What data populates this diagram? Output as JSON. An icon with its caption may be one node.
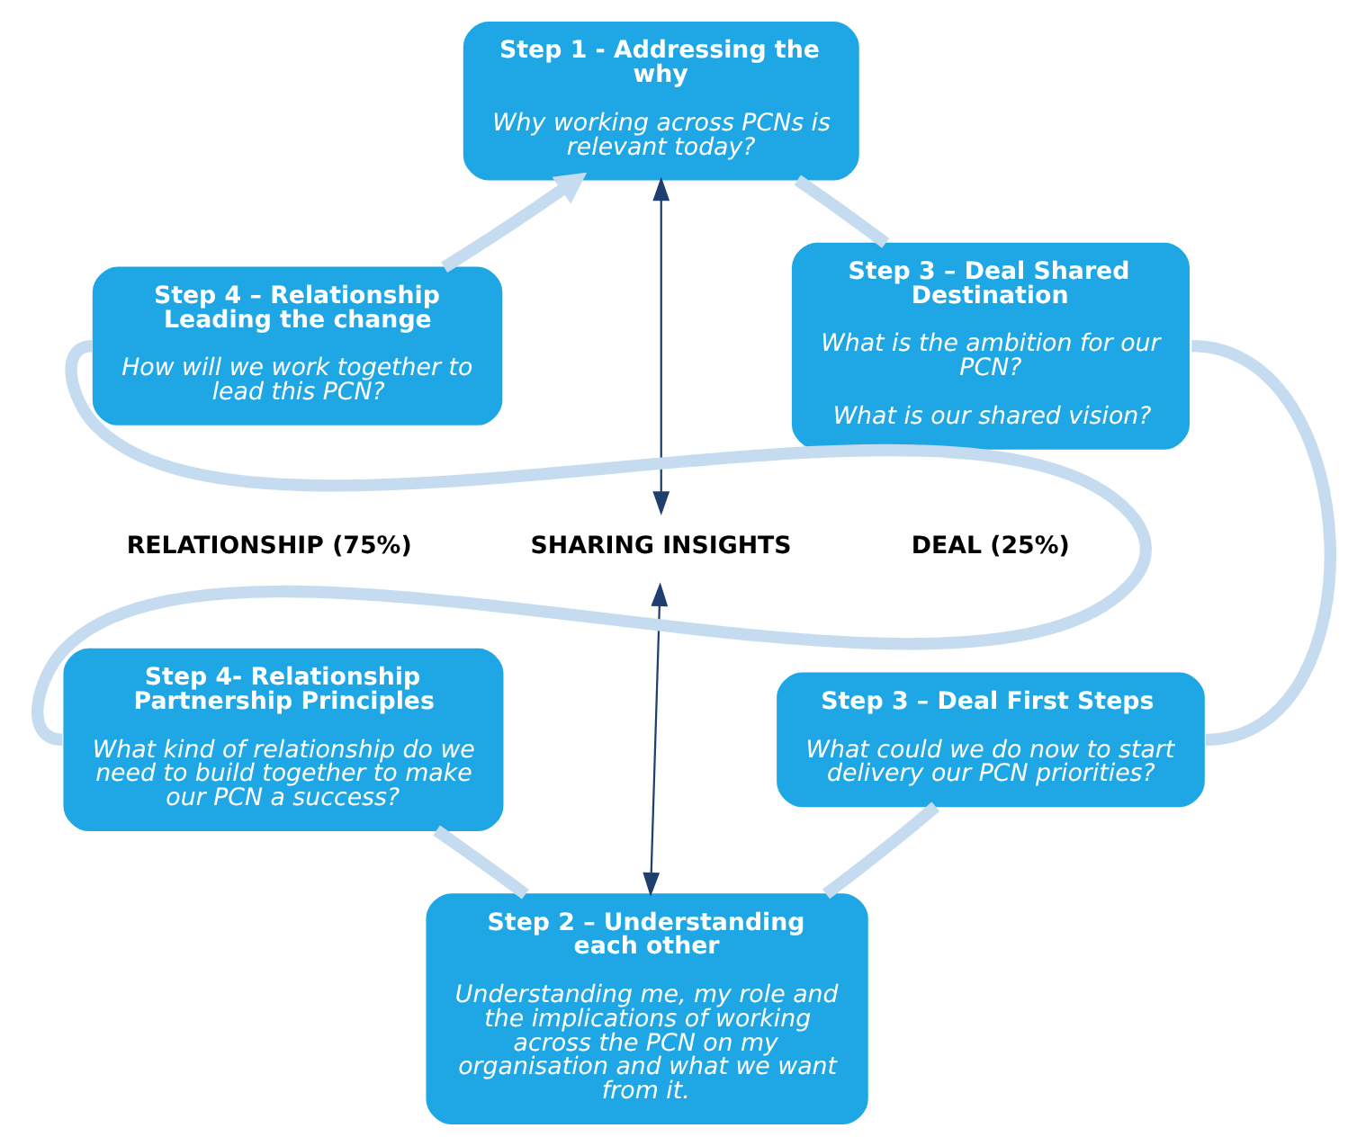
{
  "diagram": {
    "nodes": [
      {
        "text": [
          "Step 1 - Addressing the why",
          "Why working across PCNs is relevant today?"
        ]
      },
      {
        "text": [
          "Step 4 – Relationship Leading the change",
          "How will we work together to lead this PCN?"
        ]
      },
      {
        "text": [
          "Step 3 – Deal Shared Destination",
          "What is the ambition for our PCN?",
          "What is our shared vision?"
        ]
      },
      {
        "text": [
          "SHARING INSIGHTS"
        ]
      },
      {
        "text": [
          "Step 4- Relationship Partnership Principles",
          "What kind of relationship do we need to build together to make our PCN a success?"
        ]
      },
      {
        "text": [
          "Step 3 – Deal First Steps",
          "What could we do now to start delivery our PCN priorities?"
        ]
      },
      {
        "text": [
          "Step 2 – Understanding each other",
          "Understanding me, my role and the implications of working across the PCN on my organisation and what we want from it."
        ]
      }
    ],
    "edges": [
      {
        "from": 0,
        "to": 3,
        "arrow": "both",
        "color": "#1f3f6e"
      },
      {
        "from": 3,
        "to": 6,
        "arrow": "both",
        "color": "#1f3f6e"
      },
      {
        "from": 0,
        "to": 2,
        "arrow": "none"
      },
      {
        "from": 2,
        "to": 5,
        "arrow": "none"
      },
      {
        "from": 5,
        "to": 6,
        "arrow": "none"
      },
      {
        "from": 6,
        "to": 4,
        "arrow": "none"
      },
      {
        "from": 4,
        "to": 1,
        "arrow": "none"
      },
      {
        "from": 1,
        "to": 0,
        "arrow": "to"
      }
    ],
    "labels": [
      "RELATIONSHIP (75%)",
      "DEAL (25%)"
    ]
  }
}
